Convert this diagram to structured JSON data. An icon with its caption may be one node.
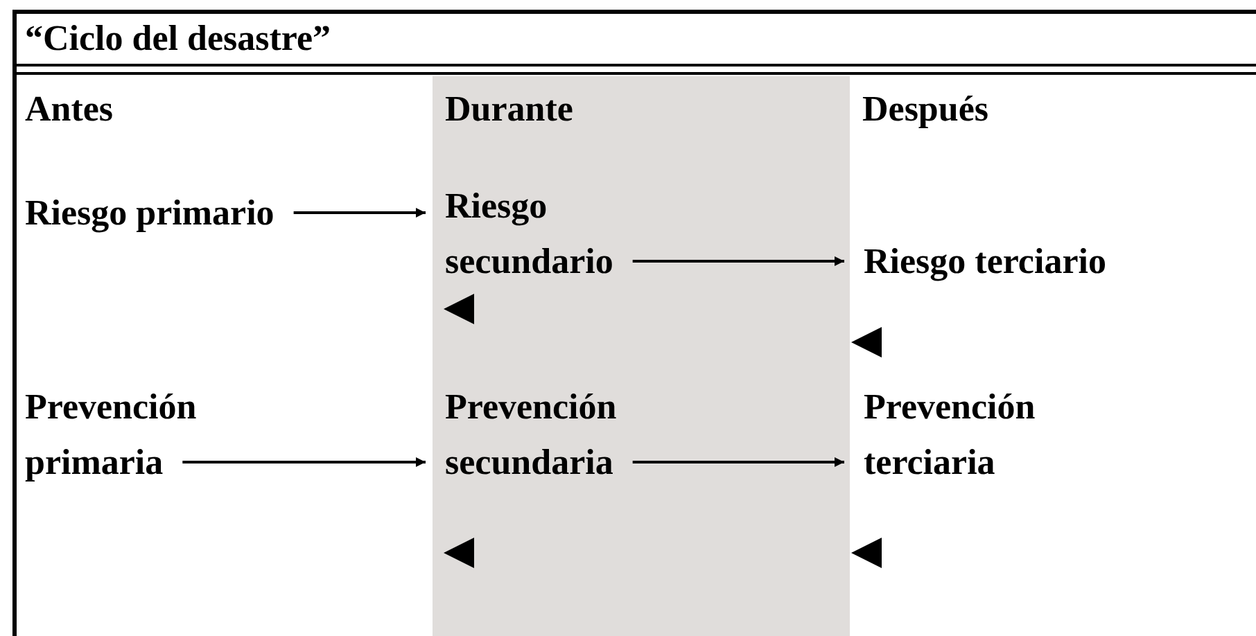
{
  "diagram": {
    "title": "“Ciclo del desastre”",
    "nodes": [
      {
        "text": [
          "Antes"
        ]
      },
      {
        "text": [
          "Durante"
        ]
      },
      {
        "text": [
          "Después"
        ]
      },
      {
        "text": [
          "Riesgo primario"
        ],
        "in": 0
      },
      {
        "text": [
          "Riesgo secundario"
        ],
        "in": 1
      },
      {
        "text": [
          "Riesgo terciario"
        ],
        "in": 2
      },
      {
        "text": [
          "Prevención primaria"
        ],
        "in": 0
      },
      {
        "text": [
          "Prevención secundaria"
        ],
        "in": 1
      },
      {
        "text": [
          "Prevención terciaria"
        ],
        "in": 2
      }
    ],
    "edges": [
      {
        "from": 3,
        "to": 4,
        "arrow": "to"
      },
      {
        "from": 4,
        "to": 5,
        "arrow": "to"
      },
      {
        "from": 6,
        "to": 7,
        "arrow": "to"
      },
      {
        "from": 7,
        "to": 8,
        "arrow": "to"
      }
    ]
  }
}
